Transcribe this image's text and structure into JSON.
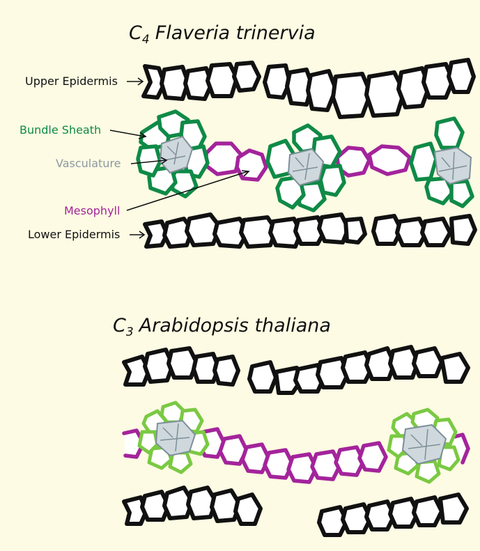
{
  "c4": {
    "title_prefix": "C",
    "title_subscript": "4",
    "title_species": "Flaveria trinervia",
    "labels": {
      "upper_epidermis": "Upper Epidermis",
      "bundle_sheath": "Bundle Sheath",
      "vasculature": "Vasculature",
      "mesophyll": "Mesophyll",
      "lower_epidermis": "Lower Epidermis"
    }
  },
  "c3": {
    "title_prefix": "C",
    "title_subscript": "3",
    "title_species": "Arabidopsis thaliana"
  },
  "colors": {
    "background": "#fdfbe3",
    "epidermis": "#111111",
    "bundle_sheath_c4": "#0f8a47",
    "bundle_sheath_c3": "#7ac943",
    "mesophyll": "#a3249b",
    "vasculature": "#7d8f99",
    "label_bundle_sheath": "#0f8a47",
    "label_vasculature": "#8a9aa3",
    "label_mesophyll": "#a3249b"
  }
}
